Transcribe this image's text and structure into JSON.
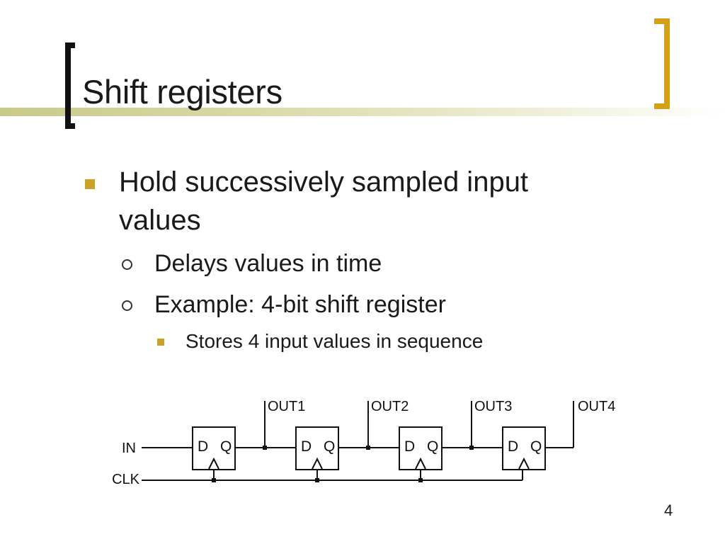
{
  "slide": {
    "title": "Shift registers",
    "page_number": "4",
    "accent_color": "#d4a017",
    "bullets": [
      {
        "level": 1,
        "marker": "square",
        "text": "Hold successively sampled input values",
        "line1": "Hold successively sampled input",
        "line2": "values"
      },
      {
        "level": 2,
        "marker": "ring",
        "text": "Delays values in time"
      },
      {
        "level": 2,
        "marker": "ring",
        "text": "Example: 4-bit shift register"
      },
      {
        "level": 3,
        "marker": "square",
        "text": "Stores 4 input values in sequence"
      }
    ]
  },
  "diagram": {
    "input_label": "IN",
    "clock_label": "CLK",
    "outputs": [
      "OUT1",
      "OUT2",
      "OUT3",
      "OUT4"
    ],
    "flip_flops": [
      {
        "d_label": "D",
        "q_label": "Q",
        "clock_mark": "^"
      },
      {
        "d_label": "D",
        "q_label": "Q",
        "clock_mark": "^"
      },
      {
        "d_label": "D",
        "q_label": "Q",
        "clock_mark": "^"
      },
      {
        "d_label": "D",
        "q_label": "Q",
        "clock_mark": "^"
      }
    ]
  }
}
